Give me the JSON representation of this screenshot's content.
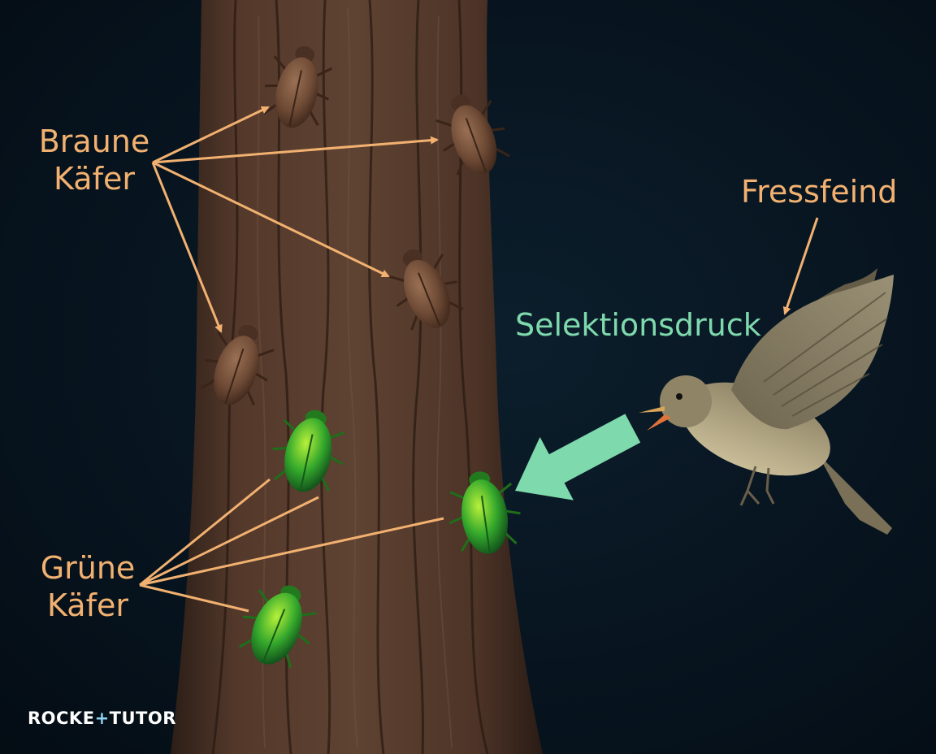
{
  "labels": {
    "brown_line1": "Braune",
    "brown_line2": "Käfer",
    "green_line1": "Grüne",
    "green_line2": "Käfer",
    "predator": "Fressfeind",
    "pressure": "Selektionsdruck"
  },
  "logo": {
    "part1": "ROCKE",
    "part2": "+",
    "part3": "TUTOR"
  },
  "colors": {
    "label_orange": "#f2b170",
    "pressure_green": "#7ed9ad",
    "background": "#07141f",
    "bark": "#4a3327",
    "brown_beetle": "#6e4a35",
    "green_beetle": "#2f9a2a",
    "bird": "#8f8466"
  }
}
